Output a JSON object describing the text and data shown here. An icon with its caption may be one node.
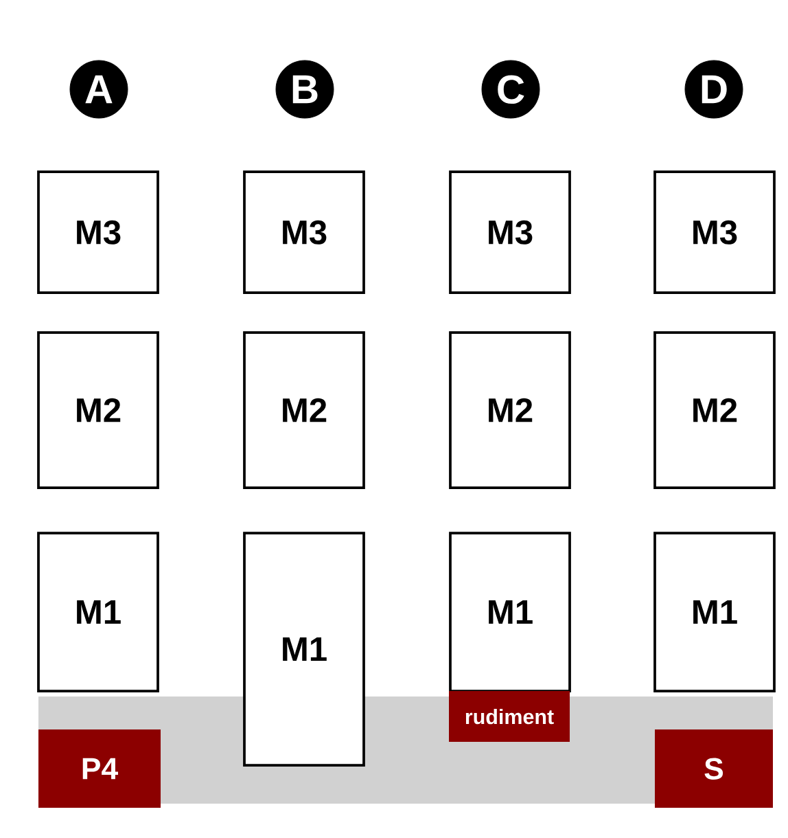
{
  "diagram": {
    "nodes": [
      {
        "text": [
          "A"
        ]
      },
      {
        "text": [
          "B"
        ]
      },
      {
        "text": [
          "C"
        ]
      },
      {
        "text": [
          "D"
        ]
      },
      {
        "text": [
          "M3"
        ]
      },
      {
        "text": [
          "M2"
        ]
      },
      {
        "text": [
          "M1"
        ]
      },
      {
        "text": [
          "M3"
        ]
      },
      {
        "text": [
          "M2"
        ]
      },
      {
        "text": [
          "M1"
        ]
      },
      {
        "text": [
          "M3"
        ]
      },
      {
        "text": [
          "M2"
        ]
      },
      {
        "text": [
          "M1"
        ]
      },
      {
        "text": [
          "M3"
        ]
      },
      {
        "text": [
          "M2"
        ]
      },
      {
        "text": [
          "M1"
        ]
      },
      {
        "text": [
          "P4"
        ]
      },
      {
        "text": [
          "rudiment"
        ]
      },
      {
        "text": [
          "S"
        ]
      }
    ],
    "edges": []
  }
}
